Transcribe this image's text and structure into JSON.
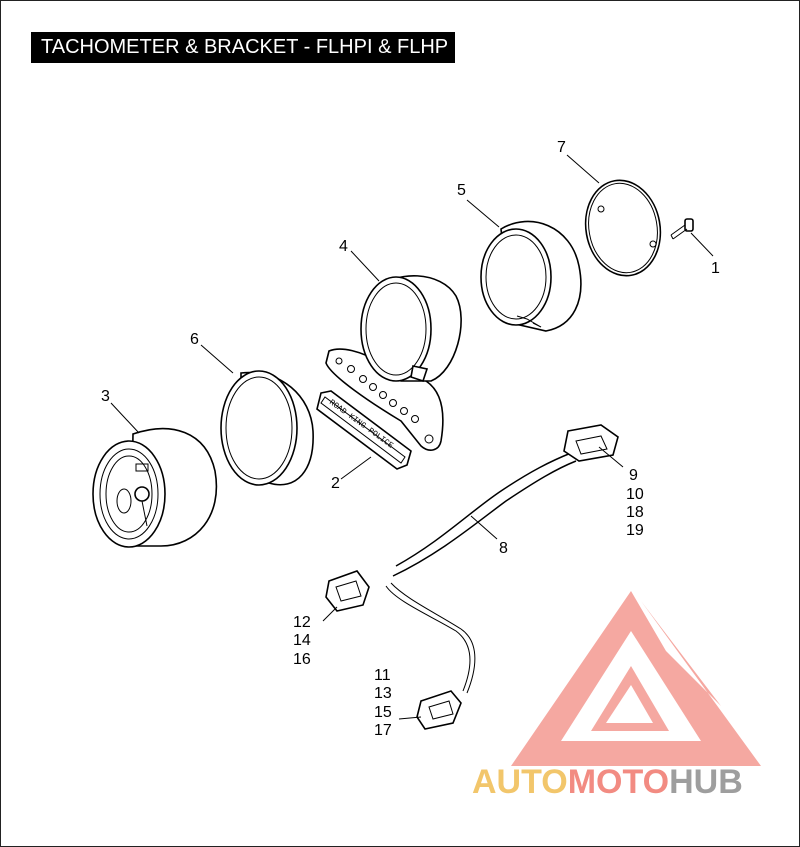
{
  "title": "TACHOMETER & BRACKET - FLHPI & FLHP",
  "callouts": {
    "c1": "1",
    "c2": "2",
    "c3": "3",
    "c4": "4",
    "c5": "5",
    "c6": "6",
    "c7": "7",
    "c8": "8",
    "c9": "9",
    "c10": "10",
    "c18": "18",
    "c19": "19",
    "c12": "12",
    "c14": "14",
    "c16": "16",
    "c11": "11",
    "c13": "13",
    "c15": "15",
    "c17": "17"
  },
  "plate_text": "ROAD KING POLICE",
  "watermark": {
    "part1": "AUTO",
    "part2": "MOTO",
    "part3": "HUB",
    "color1": "#f2c66b",
    "color2": "#f28b82",
    "color3": "#9e9e9e",
    "logo_color": "#f28b82"
  },
  "colors": {
    "line": "#000000",
    "title_bg": "#000000",
    "title_fg": "#ffffff",
    "background": "#ffffff"
  }
}
